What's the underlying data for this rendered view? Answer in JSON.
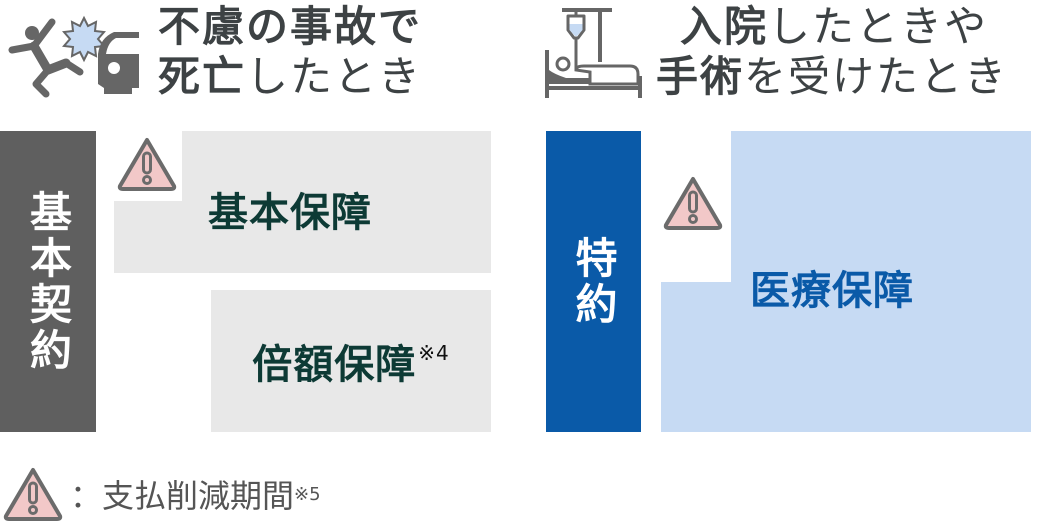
{
  "colors": {
    "heading_text": "#3d4244",
    "base_bar": "#5f5f5f",
    "gray_box": "#e8e8e8",
    "dark_label": "#0d3a35",
    "rider_bar": "#0a5aa8",
    "blue_box": "#c6daf3",
    "warning_fill": "#f2c8c8",
    "warning_stroke": "#6b6b6b",
    "icon_gray": "#666666",
    "icon_accent": "#c6daf3"
  },
  "left_section": {
    "icon": "accident-icon",
    "heading_line1_bold": "不慮の事故で",
    "heading_line2_bold": "死亡",
    "heading_line2_light": "したとき",
    "contract_bar_label": "基本契約",
    "warning_icon": "warning-icon",
    "box1_label": "基本保障",
    "box2_label": "倍額保障",
    "box2_note": "※4"
  },
  "right_section": {
    "icon": "hospital-bed-icon",
    "heading_line1_bold": "入院",
    "heading_line1_light": "したときや",
    "heading_line2_bold": "手術",
    "heading_line2_light": "を受けたとき",
    "rider_bar_label": "特約",
    "warning_icon": "warning-icon",
    "box_label": "医療保障"
  },
  "legend": {
    "icon": "warning-icon",
    "separator": "：",
    "label": "支払削減期間",
    "note": "※5"
  }
}
